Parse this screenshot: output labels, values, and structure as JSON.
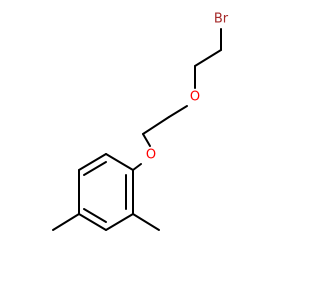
{
  "molecule": {
    "atoms": {
      "bromine": {
        "symbol": "Br",
        "color": "#a52a2a"
      },
      "ether_oxygen": {
        "symbol": "O",
        "color": "#ff0000"
      },
      "aryl_oxygen": {
        "symbol": "O",
        "color": "#ff0000"
      }
    },
    "bond_color": "#000000"
  }
}
